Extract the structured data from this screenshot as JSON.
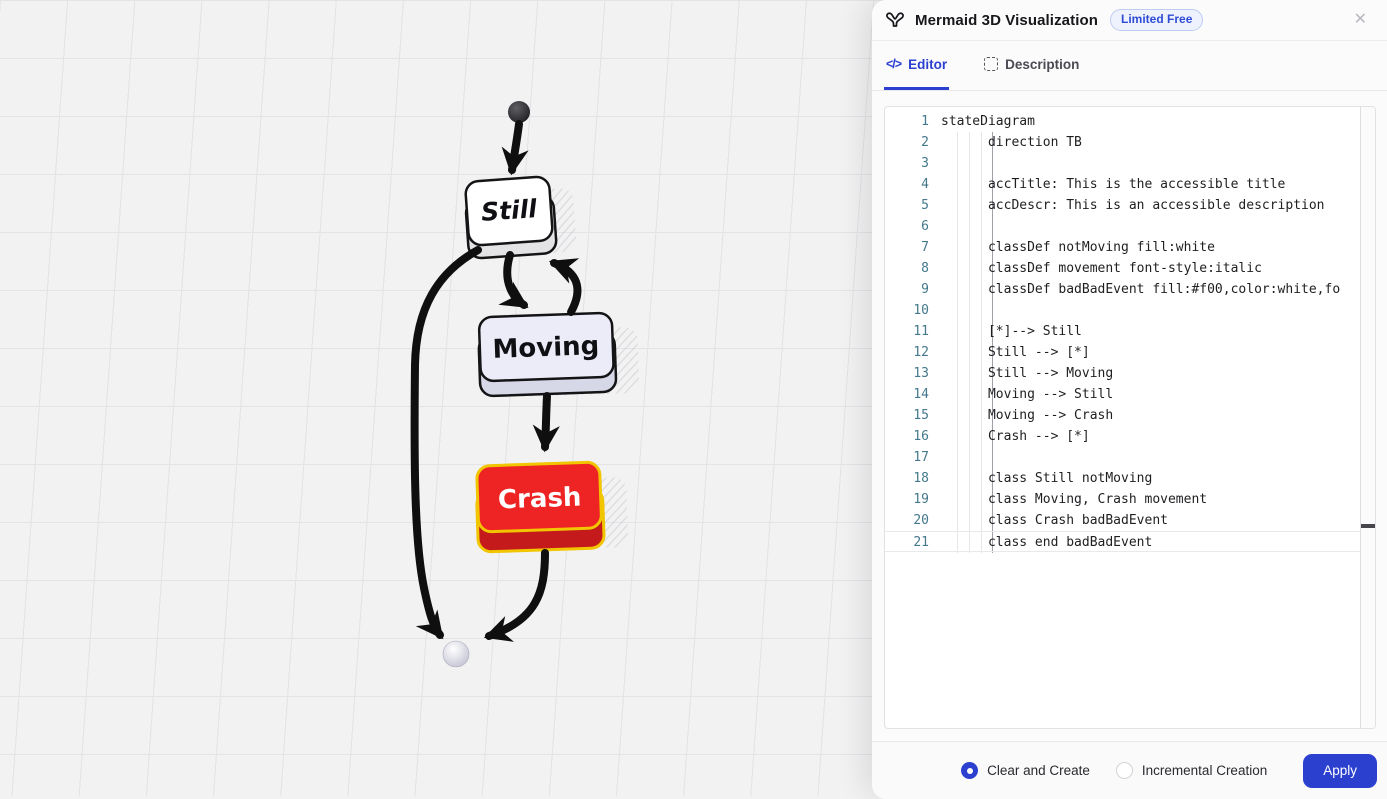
{
  "header": {
    "title": "Mermaid 3D Visualization",
    "badge": "Limited Free",
    "close_icon": "✕"
  },
  "tabs": [
    {
      "label": "Editor",
      "icon": "code-icon",
      "icon_glyph": "</>",
      "active": true
    },
    {
      "label": "Description",
      "icon": "frame-icon",
      "active": false
    }
  ],
  "editor": {
    "active_line": 21,
    "lines": [
      {
        "num": 1,
        "code": "stateDiagram"
      },
      {
        "num": 2,
        "code": "      direction TB"
      },
      {
        "num": 3,
        "code": ""
      },
      {
        "num": 4,
        "code": "      accTitle: This is the accessible title"
      },
      {
        "num": 5,
        "code": "      accDescr: This is an accessible description"
      },
      {
        "num": 6,
        "code": ""
      },
      {
        "num": 7,
        "code": "      classDef notMoving fill:white"
      },
      {
        "num": 8,
        "code": "      classDef movement font-style:italic"
      },
      {
        "num": 9,
        "code": "      classDef badBadEvent fill:#f00,color:white,fo"
      },
      {
        "num": 10,
        "code": ""
      },
      {
        "num": 11,
        "code": "      [*]--> Still"
      },
      {
        "num": 12,
        "code": "      Still --> [*]"
      },
      {
        "num": 13,
        "code": "      Still --> Moving"
      },
      {
        "num": 14,
        "code": "      Moving --> Still"
      },
      {
        "num": 15,
        "code": "      Moving --> Crash"
      },
      {
        "num": 16,
        "code": "      Crash --> [*]"
      },
      {
        "num": 17,
        "code": ""
      },
      {
        "num": 18,
        "code": "      class Still notMoving"
      },
      {
        "num": 19,
        "code": "      class Moving, Crash movement"
      },
      {
        "num": 20,
        "code": "      class Crash badBadEvent"
      },
      {
        "num": 21,
        "code": "      class end badBadEvent"
      }
    ]
  },
  "footer": {
    "options": [
      {
        "label": "Clear and Create",
        "selected": true
      },
      {
        "label": "Incremental Creation",
        "selected": false
      }
    ],
    "apply_label": "Apply"
  },
  "diagram": {
    "type": "state-diagram-3d",
    "states": [
      {
        "id": "start",
        "kind": "initial"
      },
      {
        "id": "Still",
        "label": "Still",
        "fill": "#ffffff",
        "text_color": "#101014"
      },
      {
        "id": "Moving",
        "label": "Moving",
        "fill": "#ebecf8",
        "text_color": "#101014"
      },
      {
        "id": "Crash",
        "label": "Crash",
        "fill": "#ee2424",
        "border": "#f1c500",
        "text_color": "#ffffff"
      },
      {
        "id": "end",
        "kind": "final"
      }
    ],
    "transitions": [
      "[*] --> Still",
      "Still --> [*]",
      "Still --> Moving",
      "Moving --> Still",
      "Moving --> Crash",
      "Crash --> [*]"
    ]
  },
  "colors": {
    "accent_blue": "#2b40cf",
    "crash_red": "#ee2424",
    "crash_border": "#f1c500",
    "line_number": "#44788c",
    "canvas_bg": "#f2f2f3"
  }
}
